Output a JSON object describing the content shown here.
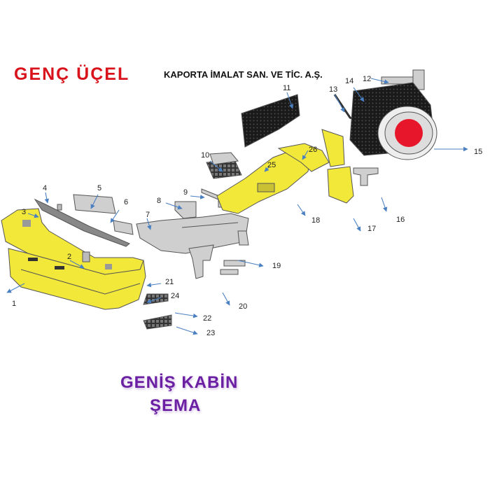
{
  "header": {
    "brand": "GENÇ ÜÇEL",
    "company": "KAPORTA İMALAT SAN. VE TİC. A.Ş."
  },
  "title": {
    "line1": "GENİŞ KABİN",
    "line2": "ŞEMA"
  },
  "colors": {
    "brand_red": "#d8131b",
    "title_purple": "#6b1fa3",
    "part_yellow": "#f2e83a",
    "part_gray": "#cfcfcf",
    "wheel_red": "#e8162a",
    "arrow_blue": "#4a7fc0"
  },
  "labels": [
    "1",
    "2",
    "3",
    "4",
    "5",
    "6",
    "7",
    "8",
    "9",
    "10",
    "11",
    "12",
    "13",
    "14",
    "15",
    "16",
    "17",
    "18",
    "19",
    "20",
    "21",
    "22",
    "23",
    "24",
    "25",
    "26"
  ]
}
